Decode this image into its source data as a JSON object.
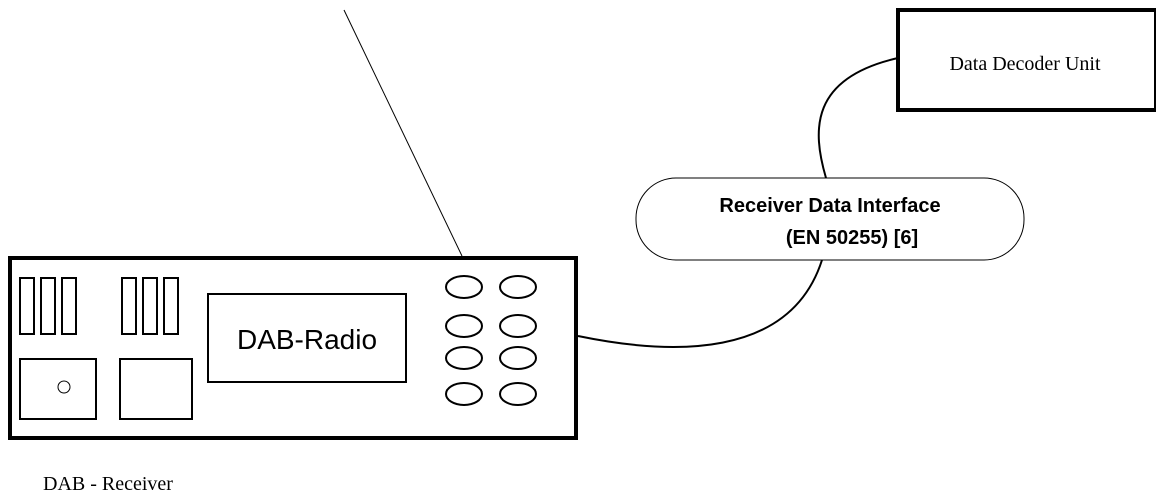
{
  "decoder": {
    "label": "Data Decoder Unit"
  },
  "interface": {
    "line1": "Receiver Data Interface",
    "line2": "(EN 50255) [6]"
  },
  "radio": {
    "display_label": "DAB-Radio"
  },
  "caption": "DAB - Receiver",
  "colors": {
    "stroke": "#000000",
    "background": "#ffffff",
    "text": "#000000"
  }
}
